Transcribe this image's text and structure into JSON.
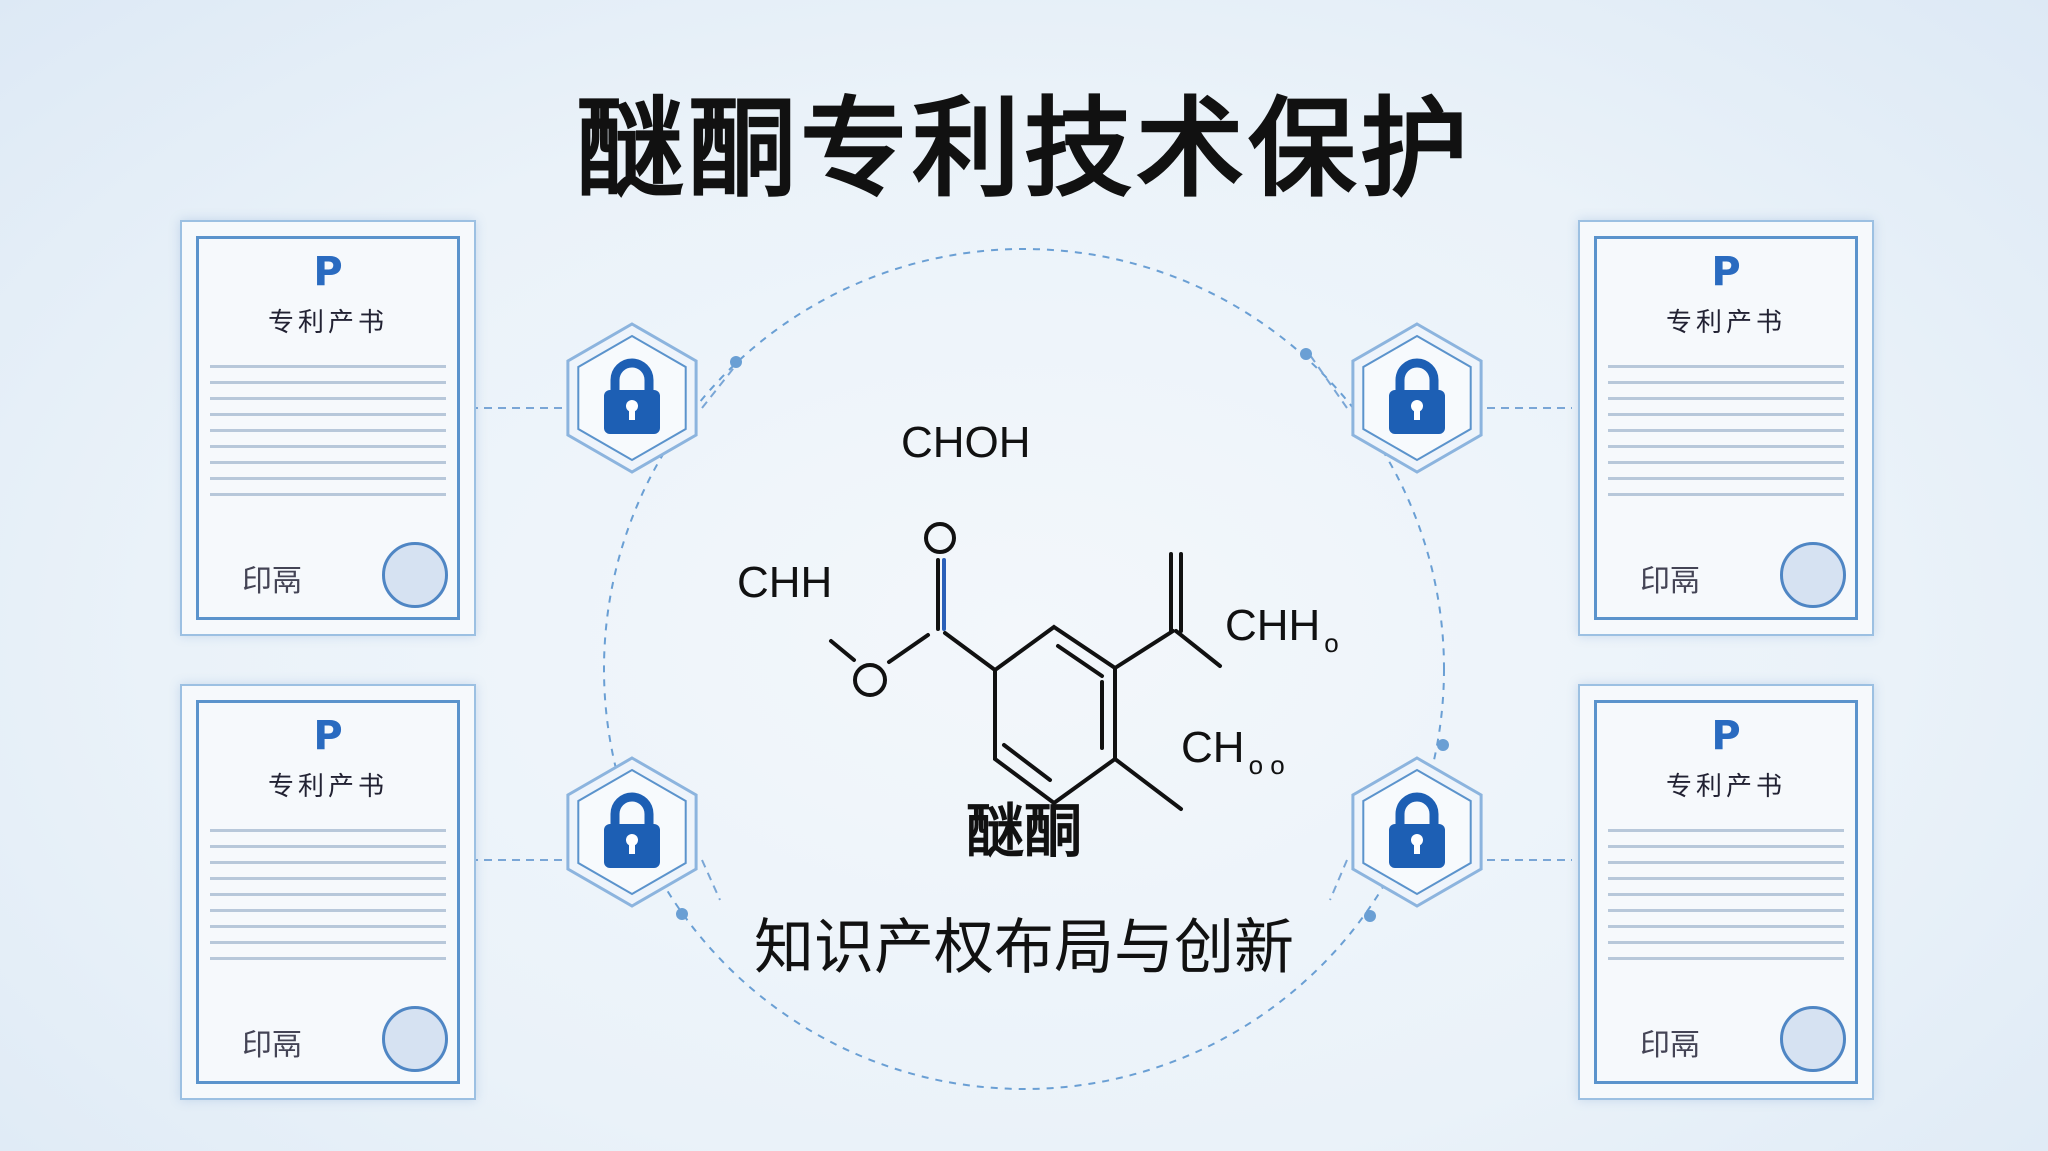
{
  "title": "醚酮专利技术保护",
  "certificate": {
    "logo": "P",
    "title": "专利产书",
    "signature": "印鬲"
  },
  "molecule": {
    "labels": {
      "top": "CHOH",
      "left": "CHH",
      "right": "CHH",
      "right_sub": "o",
      "bottom": "CH",
      "bottom_sub": "o o",
      "carbonyl_o": "O",
      "ester_o": "O"
    }
  },
  "compound_name": "醚酮",
  "subtitle": "知识产权布局与创新",
  "icons": [
    "lock-icon",
    "lock-icon",
    "lock-icon",
    "lock-icon"
  ],
  "colors": {
    "accent": "#1d5fb4",
    "frame": "#5b93cc",
    "background": "#eaf2f9"
  }
}
